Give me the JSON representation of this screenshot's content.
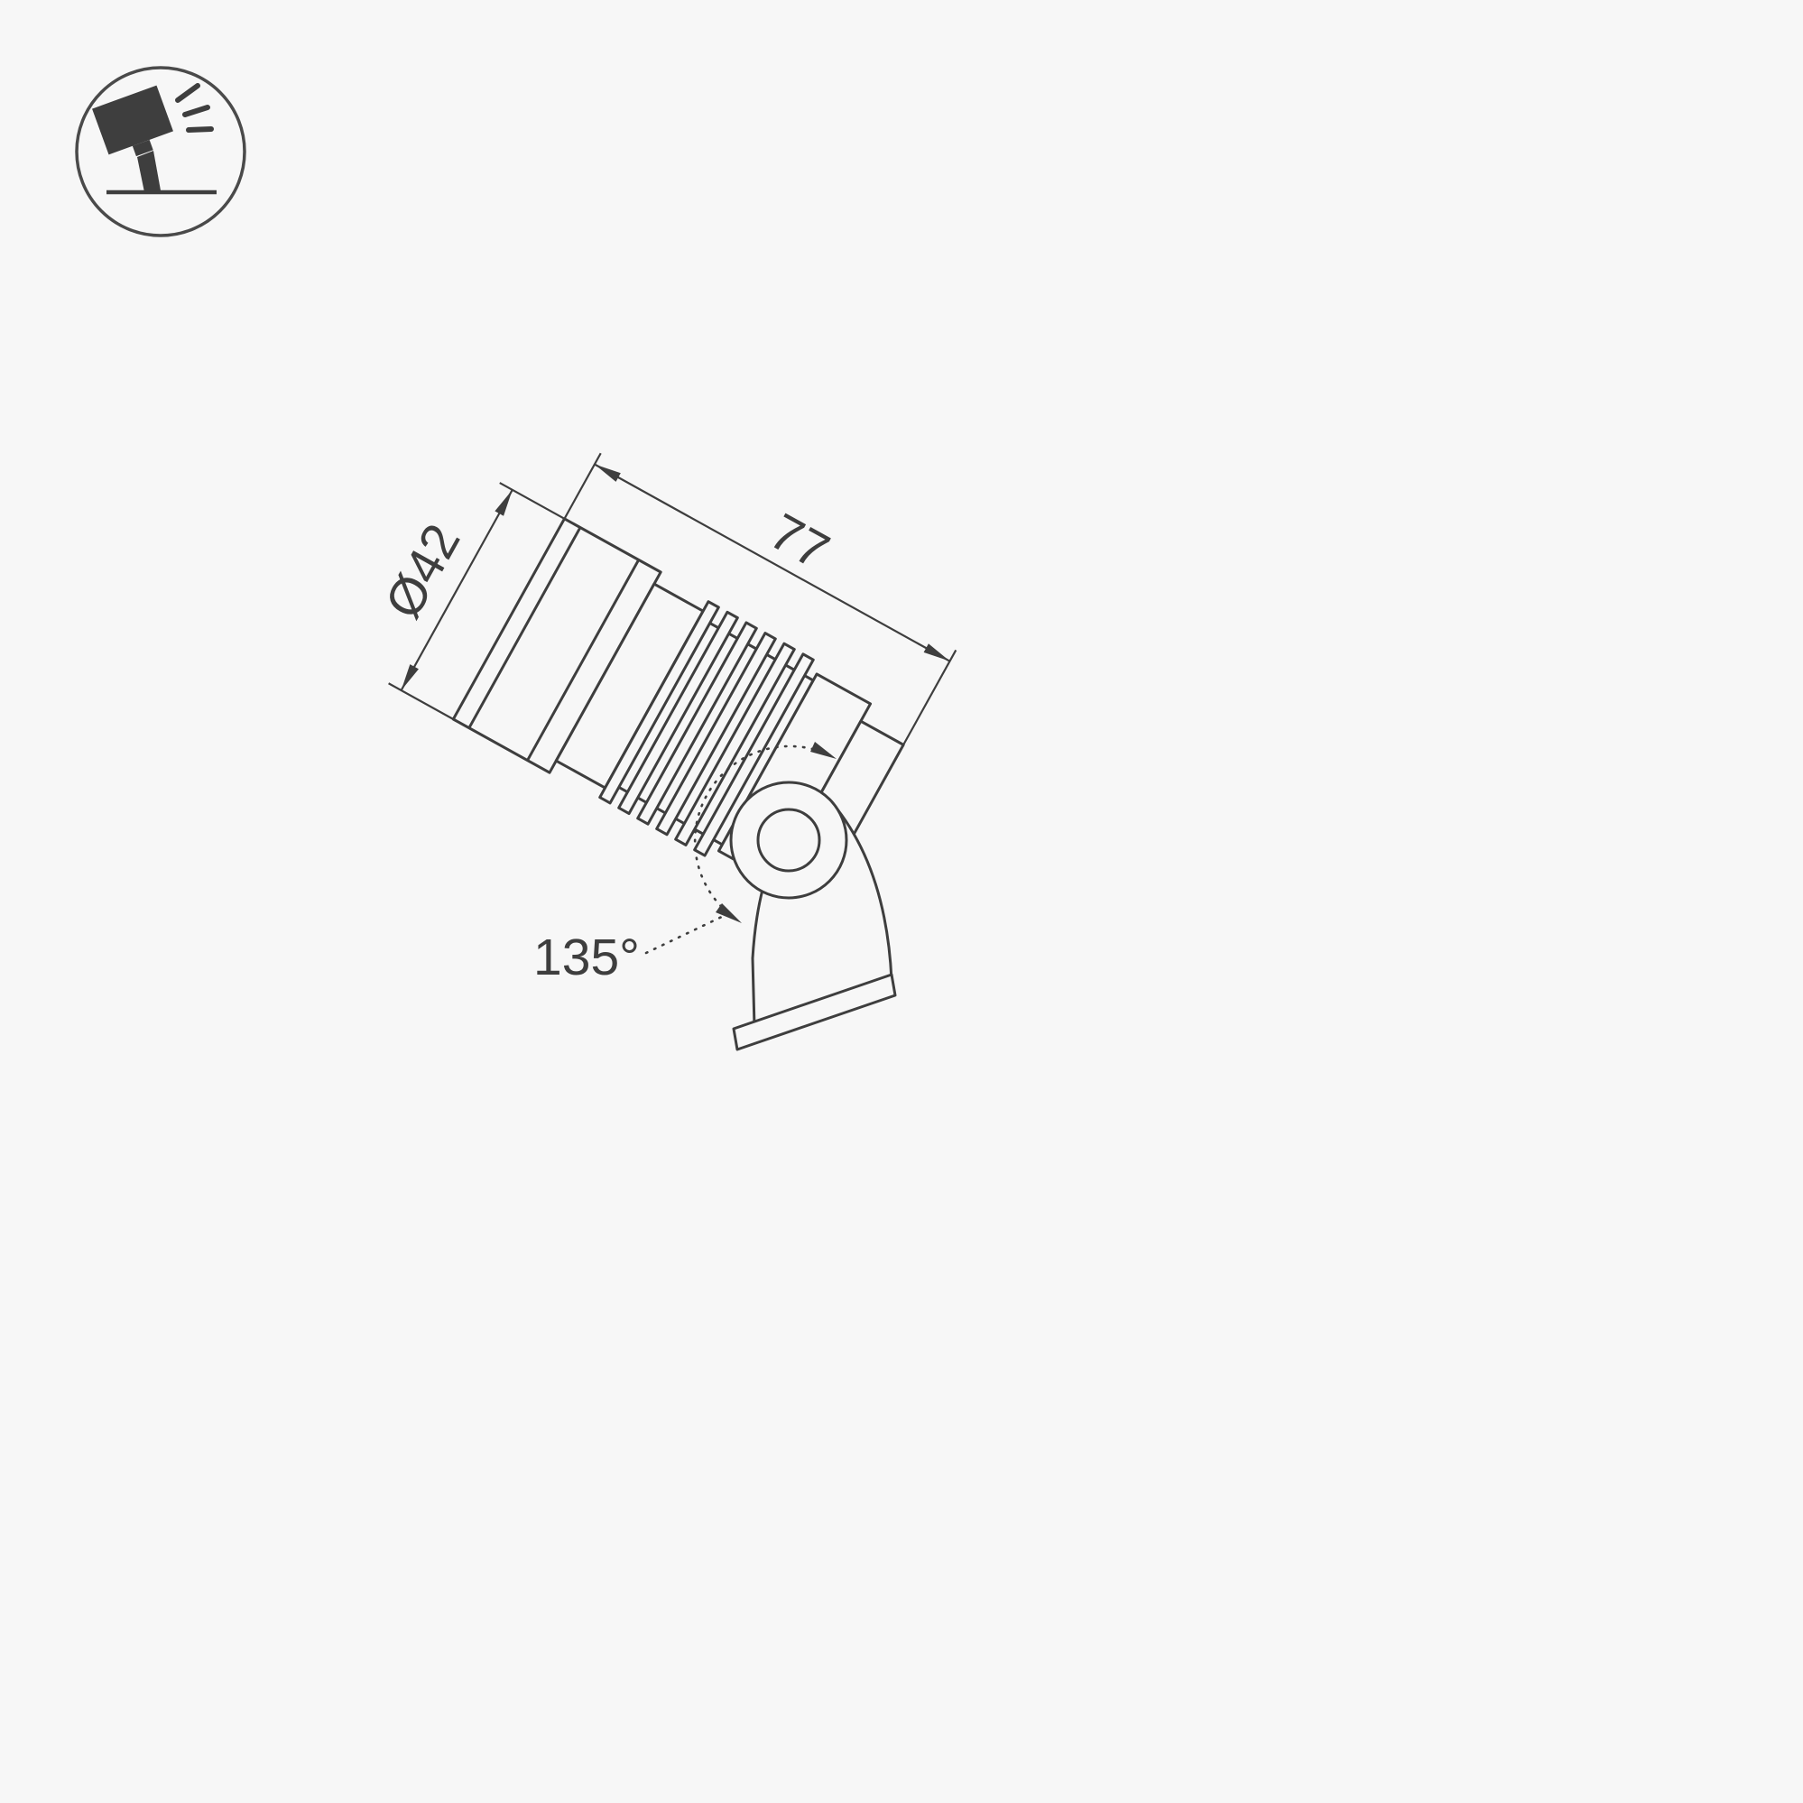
{
  "canvas": {
    "background": "#f7f7f7",
    "line_color": "#3e3e3e"
  },
  "corner_icon": {
    "name": "tilted-spotlight-pictogram"
  },
  "labels": {
    "diameter": "Ø42",
    "length": "77",
    "angle": "135°"
  }
}
